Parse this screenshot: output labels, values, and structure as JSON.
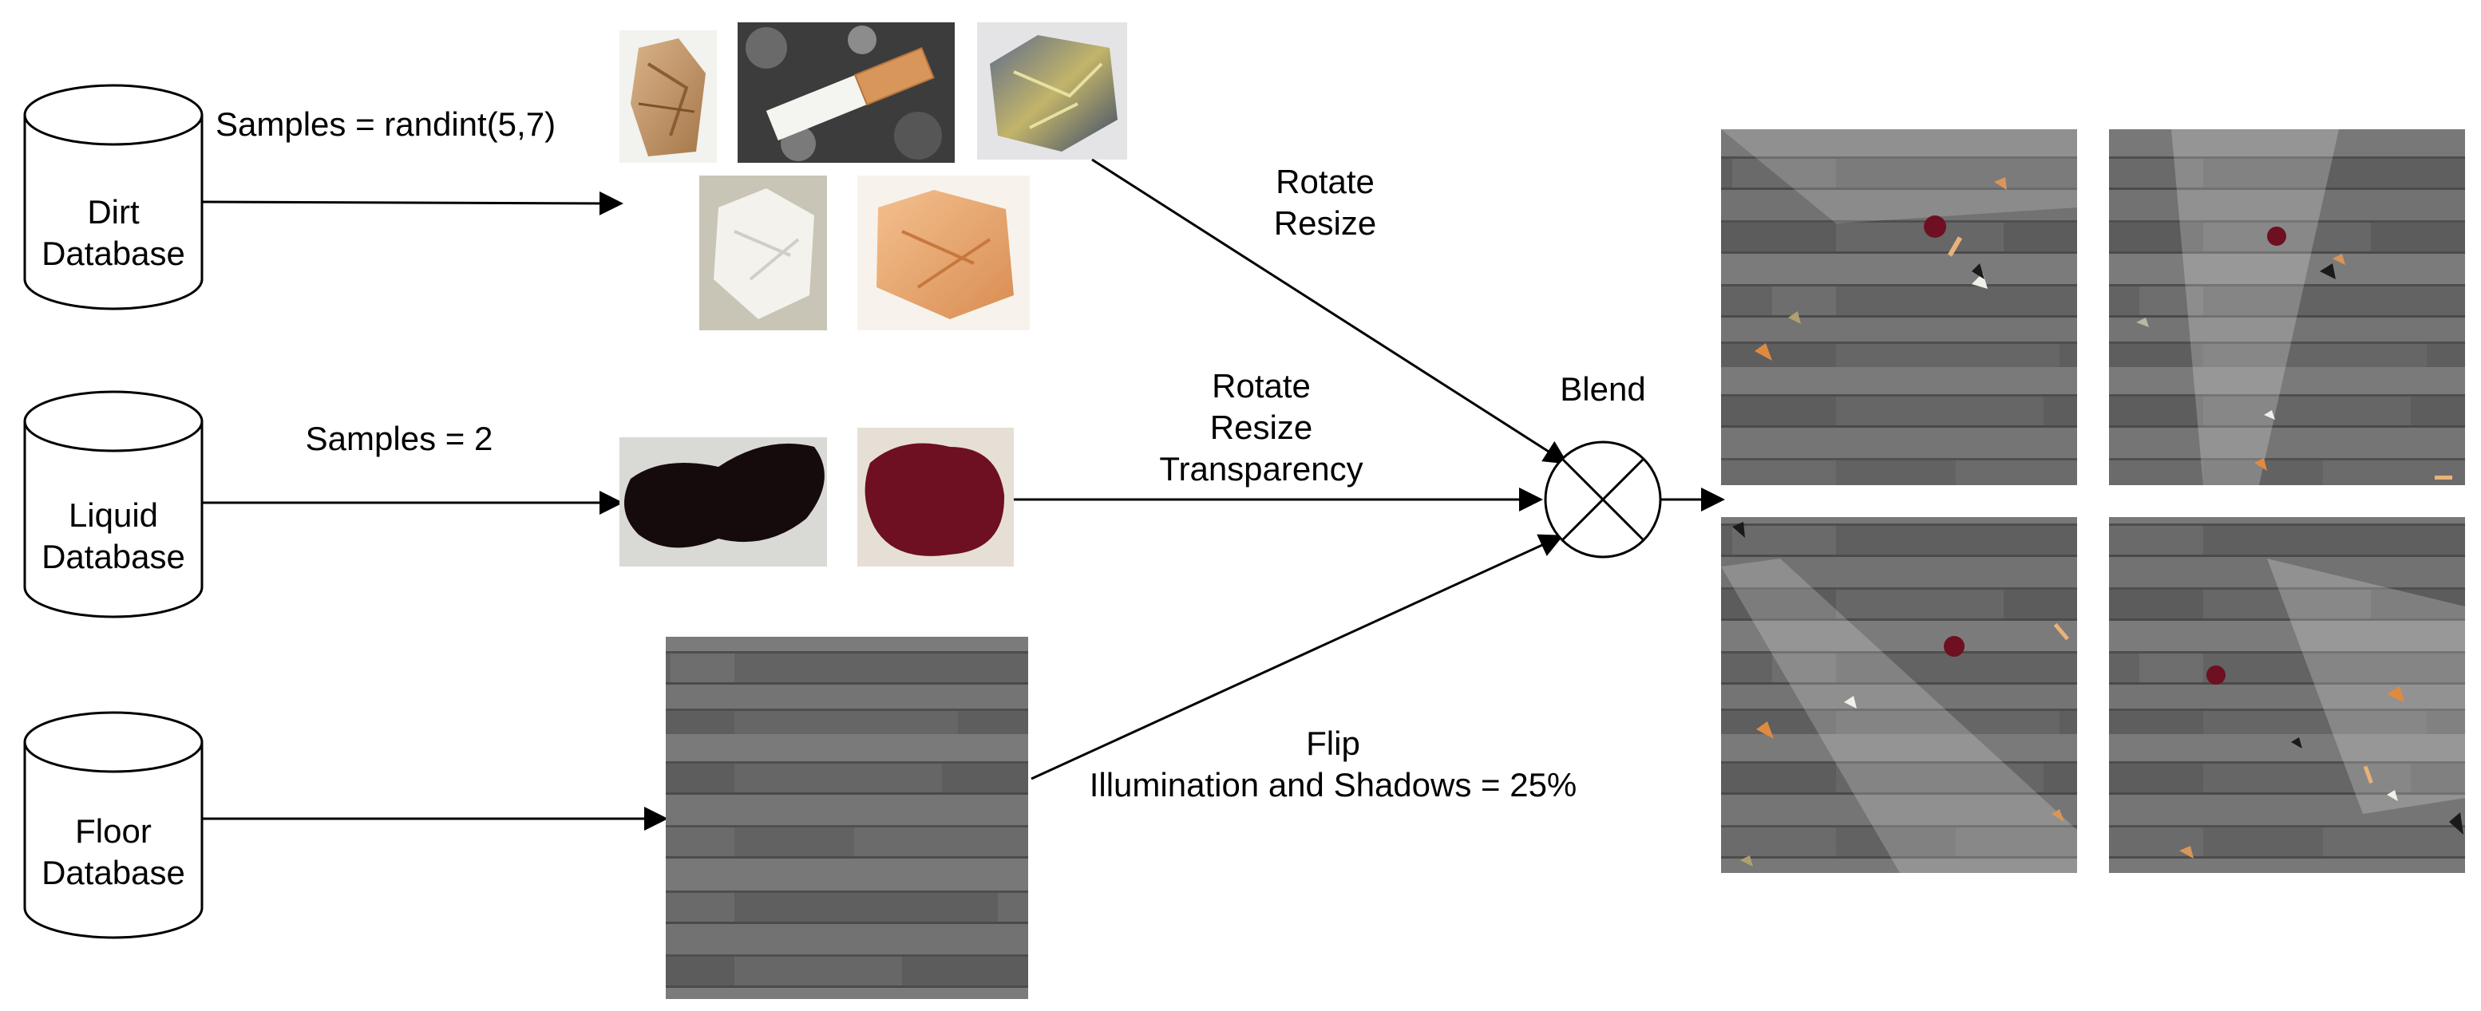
{
  "databases": {
    "dirt": {
      "line1": "Dirt",
      "line2": "Database"
    },
    "liquid": {
      "line1": "Liquid",
      "line2": "Database"
    },
    "floor": {
      "line1": "Floor",
      "line2": "Database"
    }
  },
  "labels": {
    "dirt_samples": "Samples = randint(5,7)",
    "liquid_samples": "Samples = 2",
    "dirt_ops": [
      "Rotate",
      "Resize"
    ],
    "liquid_ops": [
      "Rotate",
      "Resize",
      "Transparency"
    ],
    "floor_ops": [
      "Flip",
      "Illumination and Shadows = 25%"
    ],
    "blend": "Blend"
  },
  "images": {
    "dirt": [
      "paper-bag-dirt-image",
      "cigarette-butt-dirt-image",
      "foil-wrapper-dirt-image",
      "white-tissue-dirt-image",
      "orange-paper-dirt-image"
    ],
    "liquid": [
      "dark-liquid-spill-image",
      "red-wine-spill-image"
    ],
    "floor": "gray-wood-floor-image",
    "outputs": [
      "blended-output-1",
      "blended-output-2",
      "blended-output-3",
      "blended-output-4"
    ]
  },
  "colors": {
    "line": "#000000",
    "floor_gray": "#6f6f6f",
    "wine": "#6e0f22"
  }
}
